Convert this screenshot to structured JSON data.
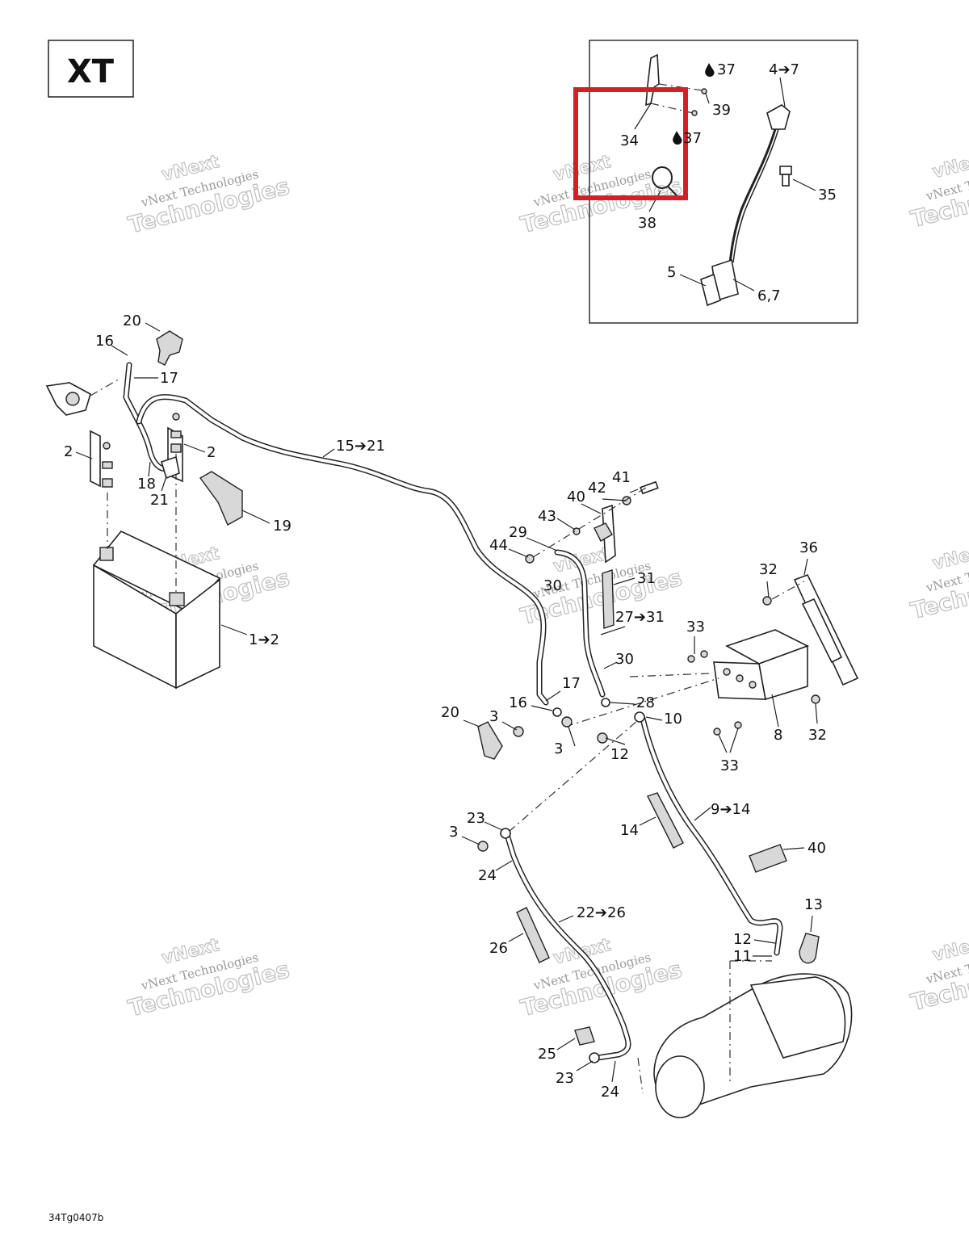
{
  "model_badge": "XT",
  "figure_code": "34Tg0407b",
  "watermark": {
    "line1": "vNext",
    "line2": "vNext Technologies",
    "line3": "Technologies"
  },
  "callouts": {
    "c1_2": "1➔2",
    "c2a": "2",
    "c2b": "2",
    "c3a": "3",
    "c3b": "3",
    "c3c": "3",
    "c4_7": "4➔7",
    "c5": "5",
    "c6_7": "6,7",
    "c8": "8",
    "c9_14": "9➔14",
    "c10": "10",
    "c11": "11",
    "c12a": "12",
    "c12b": "12",
    "c13": "13",
    "c14": "14",
    "c15_21": "15➔21",
    "c16a": "16",
    "c16b": "16",
    "c17a": "17",
    "c17b": "17",
    "c18": "18",
    "c19": "19",
    "c20a": "20",
    "c20b": "20",
    "c21a": "21",
    "c22_26": "22➔26",
    "c23a": "23",
    "c23b": "23",
    "c24a": "24",
    "c24b": "24",
    "c25": "25",
    "c26": "26",
    "c27_31": "27➔31",
    "c28": "28",
    "c29": "29",
    "c30a": "30",
    "c30b": "30",
    "c31": "31",
    "c32a": "32",
    "c32b": "32",
    "c33a": "33",
    "c33b": "33",
    "c34": "34",
    "c35": "35",
    "c36": "36",
    "c37a": "37",
    "c37b": "37",
    "c38": "38",
    "c39": "39",
    "c40a": "40",
    "c40b": "40",
    "c41": "41",
    "c42": "42",
    "c43": "43",
    "c44": "44"
  },
  "colors": {
    "highlight": "#d0202a",
    "line": "#222222",
    "watermark": "#bdbdbd"
  }
}
